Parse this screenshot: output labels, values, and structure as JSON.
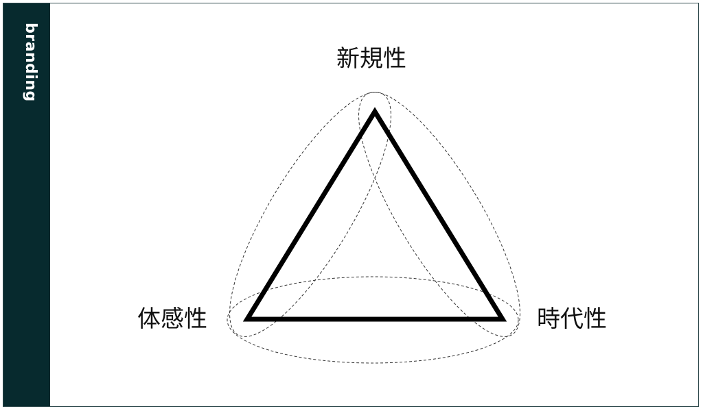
{
  "sidebar": {
    "label": "branding",
    "background_color": "#072a2e",
    "text_color": "#ffffff"
  },
  "diagram": {
    "nodes": {
      "top": "新規性",
      "left": "体感性",
      "right": "時代性"
    },
    "triangle_color": "#000000",
    "ellipse_color": "#333333"
  }
}
